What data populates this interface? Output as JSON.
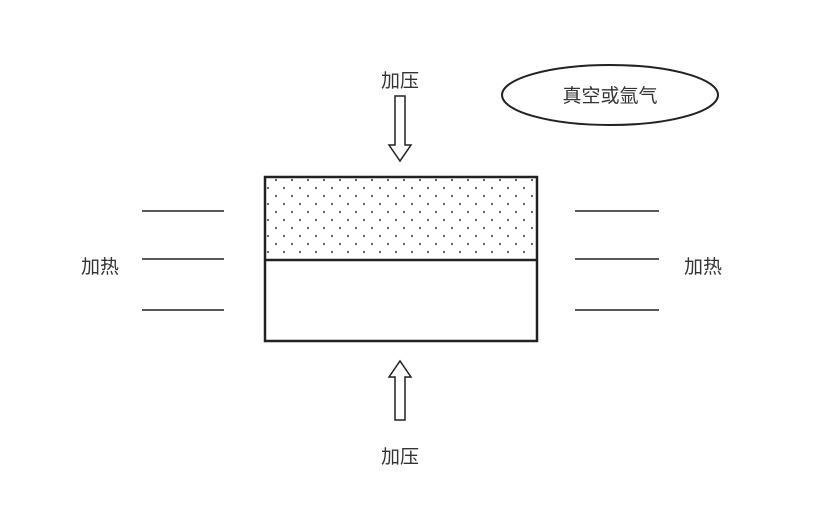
{
  "labels": {
    "pressure_top": "加压",
    "pressure_bottom": "加压",
    "heat_left": "加热",
    "heat_right": "加热",
    "atmosphere": "真空或氩气"
  },
  "colors": {
    "stroke": "#222222",
    "text": "#333333"
  }
}
